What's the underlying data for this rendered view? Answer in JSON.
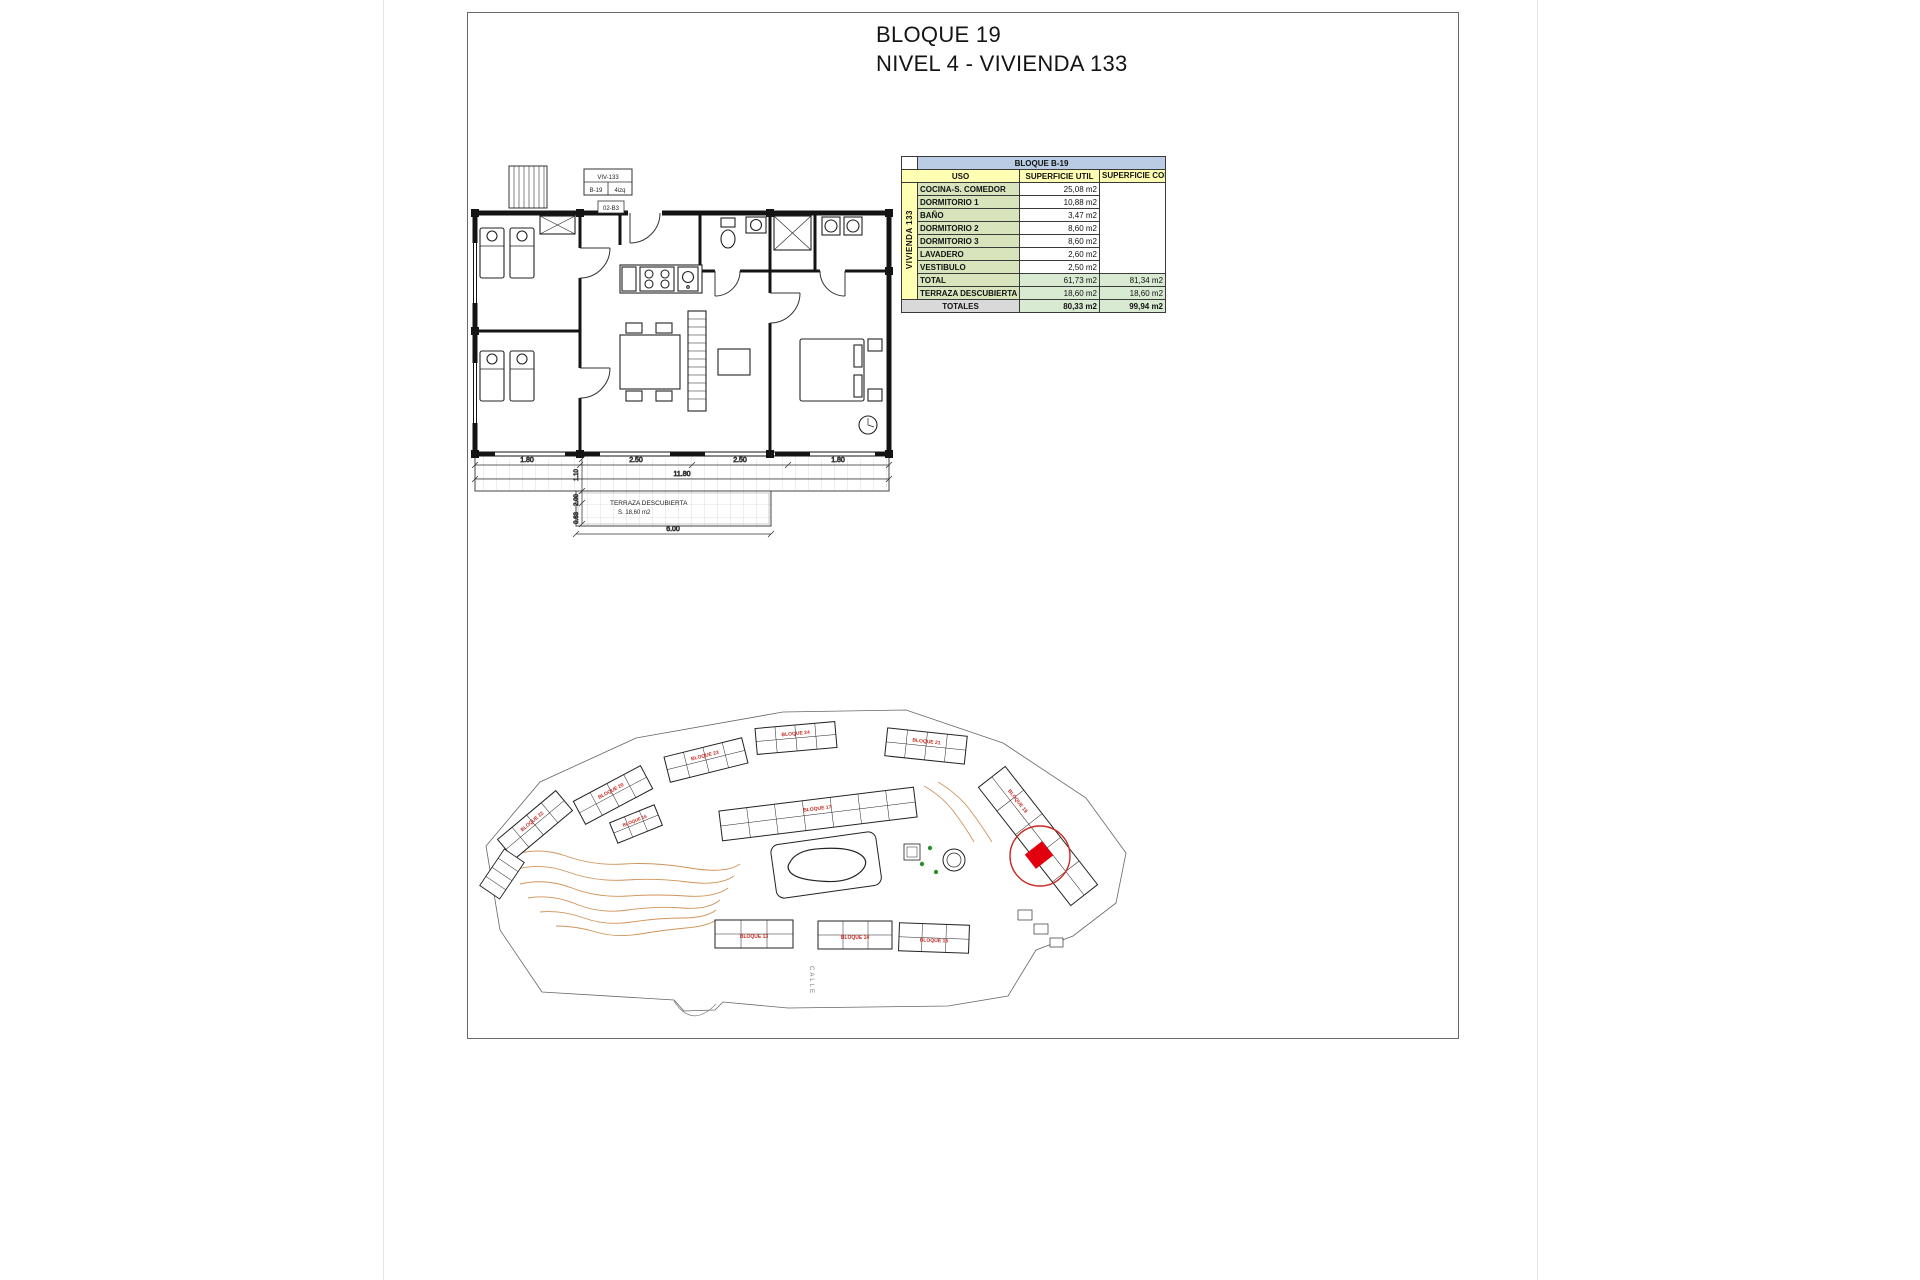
{
  "page": {
    "title_line1": "BLOQUE 19",
    "title_line2": "NIVEL 4 - VIVIENDA 133"
  },
  "plan": {
    "ref_box": {
      "line1": "VIV-133",
      "cell_left": "B-19",
      "cell_right": "4izq",
      "sub": "02-B3"
    },
    "terrace_label": "TERRAZA DESCUBIERTA",
    "terrace_area": "S. 18,60 m2",
    "dims": {
      "d1": "1.80",
      "d2": "2.50",
      "d3": "2.50",
      "d4": "1.80",
      "total": "11.80",
      "terrace_width": "6.00",
      "v1": "1.10",
      "v2": "2.00",
      "v3": "0.63"
    }
  },
  "table": {
    "title": "BLOQUE B-19",
    "side_label": "VIVIENDA 133",
    "columns": {
      "uso": "USO",
      "util": "SUPERFICIE UTIL",
      "construida": "SUPERFICIE CONSTRUIDA"
    },
    "rows": [
      {
        "uso": "COCINA-S. COMEDOR",
        "util": "25,08 m2"
      },
      {
        "uso": "DORMITORIO 1",
        "util": "10,88 m2"
      },
      {
        "uso": "BAÑO",
        "util": "3,47 m2"
      },
      {
        "uso": "DORMITORIO 2",
        "util": "8,60 m2"
      },
      {
        "uso": "DORMITORIO 3",
        "util": "8,60 m2"
      },
      {
        "uso": "LAVADERO",
        "util": "2,60 m2"
      },
      {
        "uso": "VESTIBULO",
        "util": "2,50 m2"
      }
    ],
    "total_row": {
      "uso": "TOTAL",
      "util": "61,73 m2",
      "construida": "81,34 m2"
    },
    "terrace_row": {
      "uso": "TERRAZA DESCUBIERTA",
      "util": "18,60 m2",
      "construida": "18,60 m2"
    },
    "totals_row": {
      "label": "TOTALES",
      "util": "80,33 m2",
      "construida": "99,94 m2"
    }
  },
  "site_plan": {
    "blocks": [
      {
        "label": "BLOQUE 22"
      },
      {
        "label": "BLOQUE 20"
      },
      {
        "label": "BLOQUE 23"
      },
      {
        "label": "BLOQUE 24"
      },
      {
        "label": "BLOQUE 21"
      },
      {
        "label": "BLOQUE 16"
      },
      {
        "label": "BLOQUE 17"
      },
      {
        "label": "BLOQUE 13"
      },
      {
        "label": "BLOQUE 14"
      },
      {
        "label": "BLOQUE 15"
      },
      {
        "label": "BLOQUE 19"
      }
    ],
    "street_label": "CALLE"
  },
  "colors": {
    "table_header_blue": "#b9cce3",
    "table_yellow": "#ffffb3",
    "table_green_label": "#d7e4bc",
    "table_green_value": "#d9ead3",
    "table_gray": "#d9d9d9",
    "highlight_red": "#e2000f",
    "block_label_red": "#c92a21",
    "contour_orange": "#c8813d"
  }
}
